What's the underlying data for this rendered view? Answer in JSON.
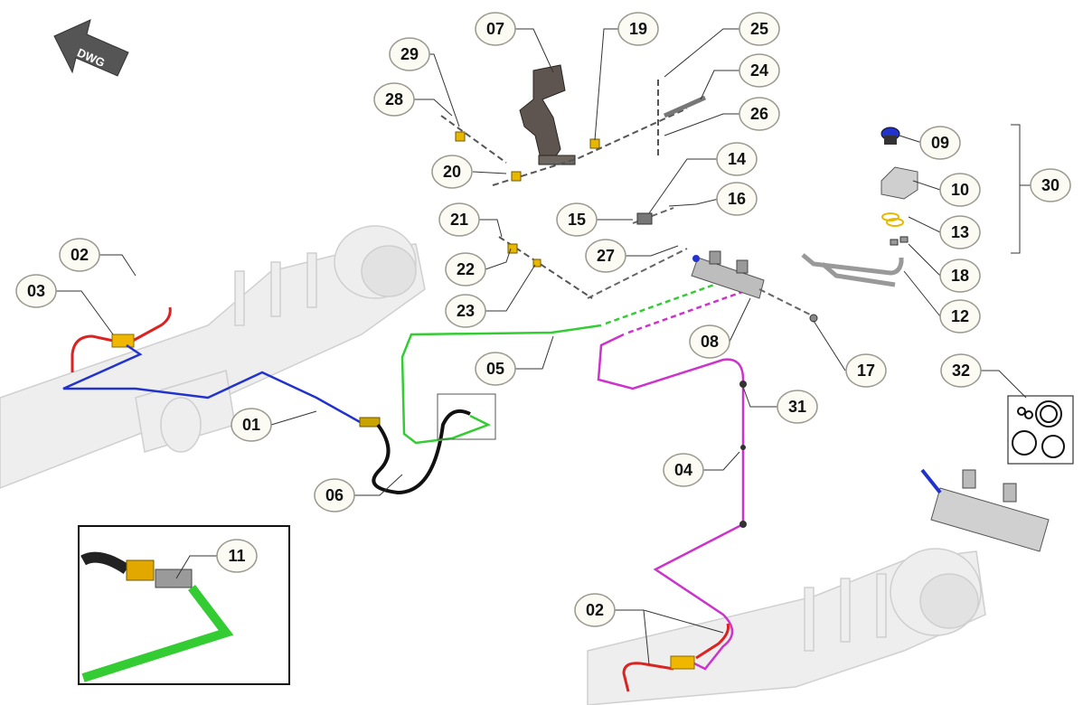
{
  "orientation": {
    "label": "DWG",
    "icon": "direction-arrow-icon"
  },
  "callouts": [
    {
      "id": "c07",
      "label": "07"
    },
    {
      "id": "c19",
      "label": "19"
    },
    {
      "id": "c25",
      "label": "25"
    },
    {
      "id": "c29",
      "label": "29"
    },
    {
      "id": "c24",
      "label": "24"
    },
    {
      "id": "c28",
      "label": "28"
    },
    {
      "id": "c26",
      "label": "26"
    },
    {
      "id": "c09",
      "label": "09"
    },
    {
      "id": "c20",
      "label": "20"
    },
    {
      "id": "c14",
      "label": "14"
    },
    {
      "id": "c10",
      "label": "10"
    },
    {
      "id": "c30",
      "label": "30"
    },
    {
      "id": "c21",
      "label": "21"
    },
    {
      "id": "c15",
      "label": "15"
    },
    {
      "id": "c16",
      "label": "16"
    },
    {
      "id": "c13",
      "label": "13"
    },
    {
      "id": "c02a",
      "label": "02"
    },
    {
      "id": "c22",
      "label": "22"
    },
    {
      "id": "c27",
      "label": "27"
    },
    {
      "id": "c03",
      "label": "03"
    },
    {
      "id": "c18",
      "label": "18"
    },
    {
      "id": "c23",
      "label": "23"
    },
    {
      "id": "c12",
      "label": "12"
    },
    {
      "id": "c08",
      "label": "08"
    },
    {
      "id": "c05",
      "label": "05"
    },
    {
      "id": "c17",
      "label": "17"
    },
    {
      "id": "c32",
      "label": "32"
    },
    {
      "id": "c31",
      "label": "31"
    },
    {
      "id": "c01",
      "label": "01"
    },
    {
      "id": "c04",
      "label": "04"
    },
    {
      "id": "c06",
      "label": "06"
    },
    {
      "id": "c11",
      "label": "11"
    },
    {
      "id": "c02b",
      "label": "02"
    }
  ],
  "lines": {
    "front_brake_line": {
      "color": "#2233cc"
    },
    "rear_brake_line": {
      "color": "#cc33cc"
    },
    "master_to_hose_line": {
      "color": "#33cc33"
    },
    "flex_hose": {
      "color": "#111111"
    },
    "axle_lines": {
      "color": "#dd2222"
    }
  },
  "detail_inset": {
    "callout": "11"
  },
  "seal_kit_inset": {
    "callout": "32"
  }
}
